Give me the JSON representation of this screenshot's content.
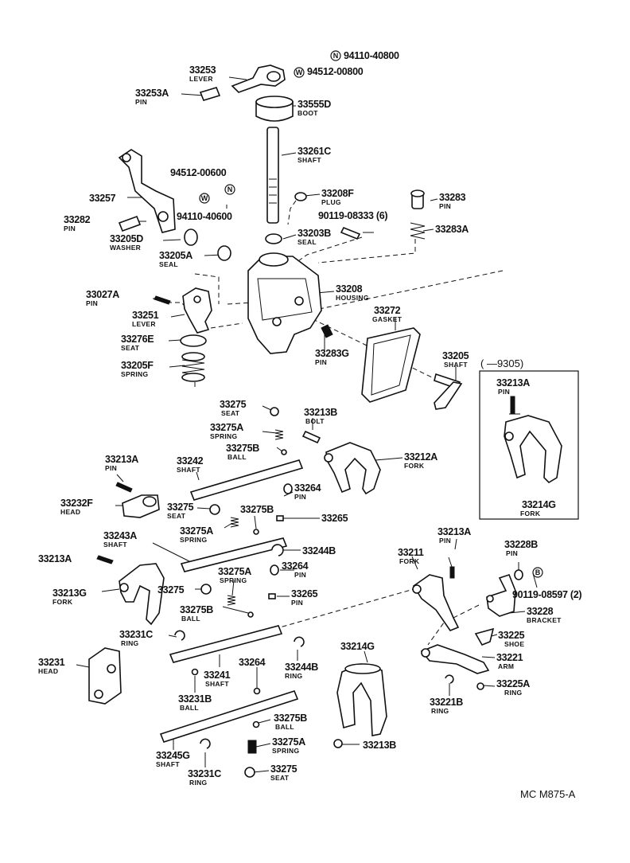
{
  "labels": {
    "l0": {
      "num": "94110-40800",
      "desc": ""
    },
    "l1": {
      "num": "33253",
      "desc": "LEVER"
    },
    "l2": {
      "num": "94512-00800",
      "desc": ""
    },
    "l3": {
      "num": "33253A",
      "desc": "PIN"
    },
    "l4": {
      "num": "33555D",
      "desc": "BOOT"
    },
    "l5": {
      "num": "33261C",
      "desc": "SHAFT"
    },
    "l6": {
      "num": "94512-00600",
      "desc": ""
    },
    "l7": {
      "num": "33257",
      "desc": ""
    },
    "l8": {
      "num": "33208F",
      "desc": "PLUG"
    },
    "l9": {
      "num": "33283",
      "desc": "PIN"
    },
    "l10": {
      "num": "33282",
      "desc": "PIN"
    },
    "l11": {
      "num": "94110-40600",
      "desc": ""
    },
    "l12": {
      "num": "90119-08333 (6)",
      "desc": ""
    },
    "l13": {
      "num": "33283A",
      "desc": ""
    },
    "l14": {
      "num": "33205D",
      "desc": "WASHER"
    },
    "l15": {
      "num": "33203B",
      "desc": "SEAL"
    },
    "l16": {
      "num": "33205A",
      "desc": "SEAL"
    },
    "l17": {
      "num": "33208",
      "desc": "HOUSING"
    },
    "l18": {
      "num": "33027A",
      "desc": "PIN"
    },
    "l19": {
      "num": "33272",
      "desc": "GASKET"
    },
    "l20": {
      "num": "33251",
      "desc": "LEVER"
    },
    "l21": {
      "num": "33276E",
      "desc": "SEAT"
    },
    "l22": {
      "num": "33283G",
      "desc": "PIN"
    },
    "l23": {
      "num": "33205",
      "desc": "SHAFT"
    },
    "l24": {
      "num": "( —9305)",
      "desc": ""
    },
    "l25": {
      "num": "33205F",
      "desc": "SPRING"
    },
    "l26": {
      "num": "33213A",
      "desc": "PIN"
    },
    "l27": {
      "num": "33275",
      "desc": "SEAT"
    },
    "l28": {
      "num": "33213B",
      "desc": "BOLT"
    },
    "l29": {
      "num": "33275A",
      "desc": "SPRING"
    },
    "l30": {
      "num": "33275B",
      "desc": "BALL"
    },
    "l31": {
      "num": "33212A",
      "desc": "FORK"
    },
    "l32": {
      "num": "33213A",
      "desc": "PIN"
    },
    "l33": {
      "num": "33242",
      "desc": "SHAFT"
    },
    "l34": {
      "num": "33264",
      "desc": "PIN"
    },
    "l35": {
      "num": "33232F",
      "desc": "HEAD"
    },
    "l36": {
      "num": "33275",
      "desc": "SEAT"
    },
    "l37": {
      "num": "33275B",
      "desc": ""
    },
    "l38": {
      "num": "33265",
      "desc": ""
    },
    "l39": {
      "num": "33214G",
      "desc": "FORK"
    },
    "l40": {
      "num": "33275A",
      "desc": "SPRING"
    },
    "l41": {
      "num": "33243A",
      "desc": "SHAFT"
    },
    "l42": {
      "num": "33213A",
      "desc": "PIN"
    },
    "l43": {
      "num": "33244B",
      "desc": ""
    },
    "l44": {
      "num": "33211",
      "desc": "FORK"
    },
    "l45": {
      "num": "33228B",
      "desc": "PIN"
    },
    "l46": {
      "num": "33213A",
      "desc": ""
    },
    "l47": {
      "num": "33275A",
      "desc": "SPRING"
    },
    "l48": {
      "num": "33264",
      "desc": "PIN"
    },
    "l49": {
      "num": "33213G",
      "desc": "FORK"
    },
    "l50": {
      "num": "33275",
      "desc": ""
    },
    "l51": {
      "num": "90119-08597 (2)",
      "desc": ""
    },
    "l52": {
      "num": "33265",
      "desc": "PIN"
    },
    "l53": {
      "num": "33275B",
      "desc": "BALL"
    },
    "l54": {
      "num": "33228",
      "desc": "BRACKET"
    },
    "l55": {
      "num": "33231C",
      "desc": "RING"
    },
    "l56": {
      "num": "33225",
      "desc": "SHOE"
    },
    "l57": {
      "num": "33214G",
      "desc": ""
    },
    "l58": {
      "num": "33244B",
      "desc": "RING"
    },
    "l59": {
      "num": "33231",
      "desc": "HEAD"
    },
    "l60": {
      "num": "33264",
      "desc": ""
    },
    "l61": {
      "num": "33241",
      "desc": "SHAFT"
    },
    "l62": {
      "num": "33221",
      "desc": "ARM"
    },
    "l63": {
      "num": "33225A",
      "desc": "RING"
    },
    "l64": {
      "num": "33231B",
      "desc": "BALL"
    },
    "l65": {
      "num": "33221B",
      "desc": "RING"
    },
    "l66": {
      "num": "33275B",
      "desc": "BALL"
    },
    "l67": {
      "num": "33275A",
      "desc": "SPRING"
    },
    "l68": {
      "num": "33245G",
      "desc": "SHAFT"
    },
    "l69": {
      "num": "33213B",
      "desc": ""
    },
    "l70": {
      "num": "33231C",
      "desc": "RING"
    },
    "l71": {
      "num": "33275",
      "desc": "SEAT"
    }
  },
  "marks": {
    "n1": "N",
    "w1": "W",
    "w2": "W",
    "n2": "N",
    "b1": "B"
  },
  "footer": {
    "code": "MC M875-A"
  }
}
